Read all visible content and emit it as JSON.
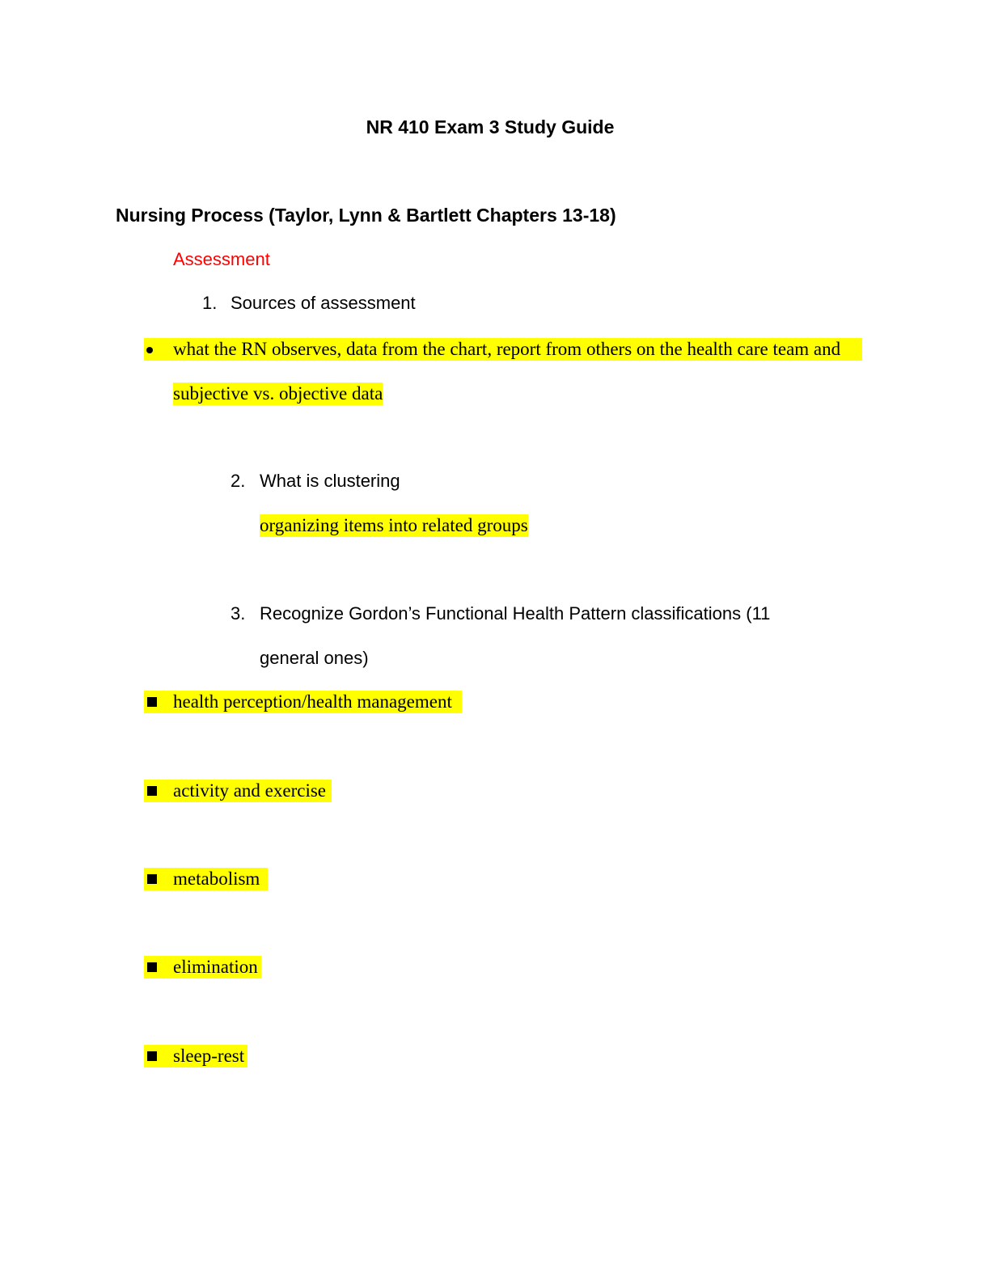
{
  "title": "NR 410 Exam 3 Study Guide",
  "section_heading": "Nursing Process (Taylor, Lynn & Bartlett Chapters 13-18)",
  "subsection": "Assessment",
  "subsection_color": "#ff0000",
  "highlight_color": "#ffff00",
  "items": [
    {
      "num": "1.",
      "text": "Sources of assessment"
    },
    {
      "num": "2.",
      "text": "What is clustering"
    },
    {
      "num": "3.",
      "text_line1": "Recognize Gordon’s Functional Health Pattern classifications (11",
      "text_line2": "general ones)"
    }
  ],
  "sources_answer": {
    "line1": "what the RN observes, data from the chart, report from others on the health care team and",
    "line2": "subjective vs. objective data"
  },
  "clustering_answer": "organizing items into related groups",
  "patterns": [
    "health perception/health management",
    "activity and exercise",
    "metabolism",
    "elimination",
    "sleep-rest"
  ]
}
